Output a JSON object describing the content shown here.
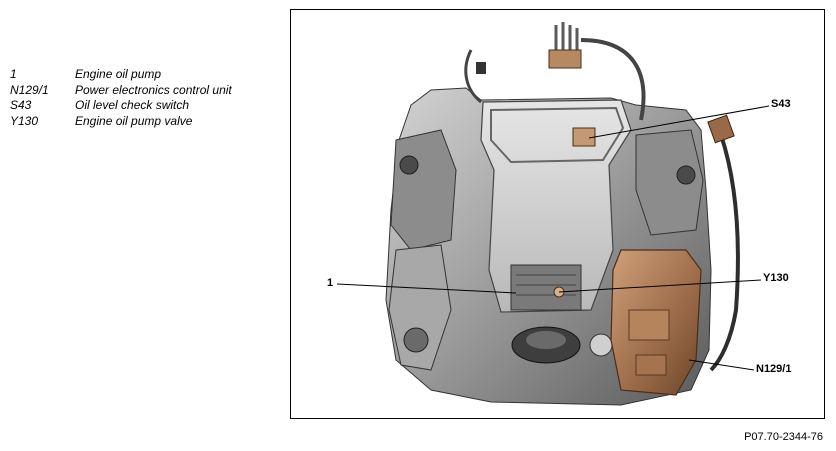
{
  "legend": [
    {
      "code": "1",
      "label": "Engine oil pump"
    },
    {
      "code": "N129/1",
      "label": "Power electronics control unit"
    },
    {
      "code": "S43",
      "label": "Oil level check switch"
    },
    {
      "code": "Y130",
      "label": "Engine oil pump valve"
    }
  ],
  "callouts": {
    "s43": "S43",
    "y130": "Y130",
    "one": "1",
    "n129": "N129/1"
  },
  "figure_id": "P07.70-2344-76"
}
